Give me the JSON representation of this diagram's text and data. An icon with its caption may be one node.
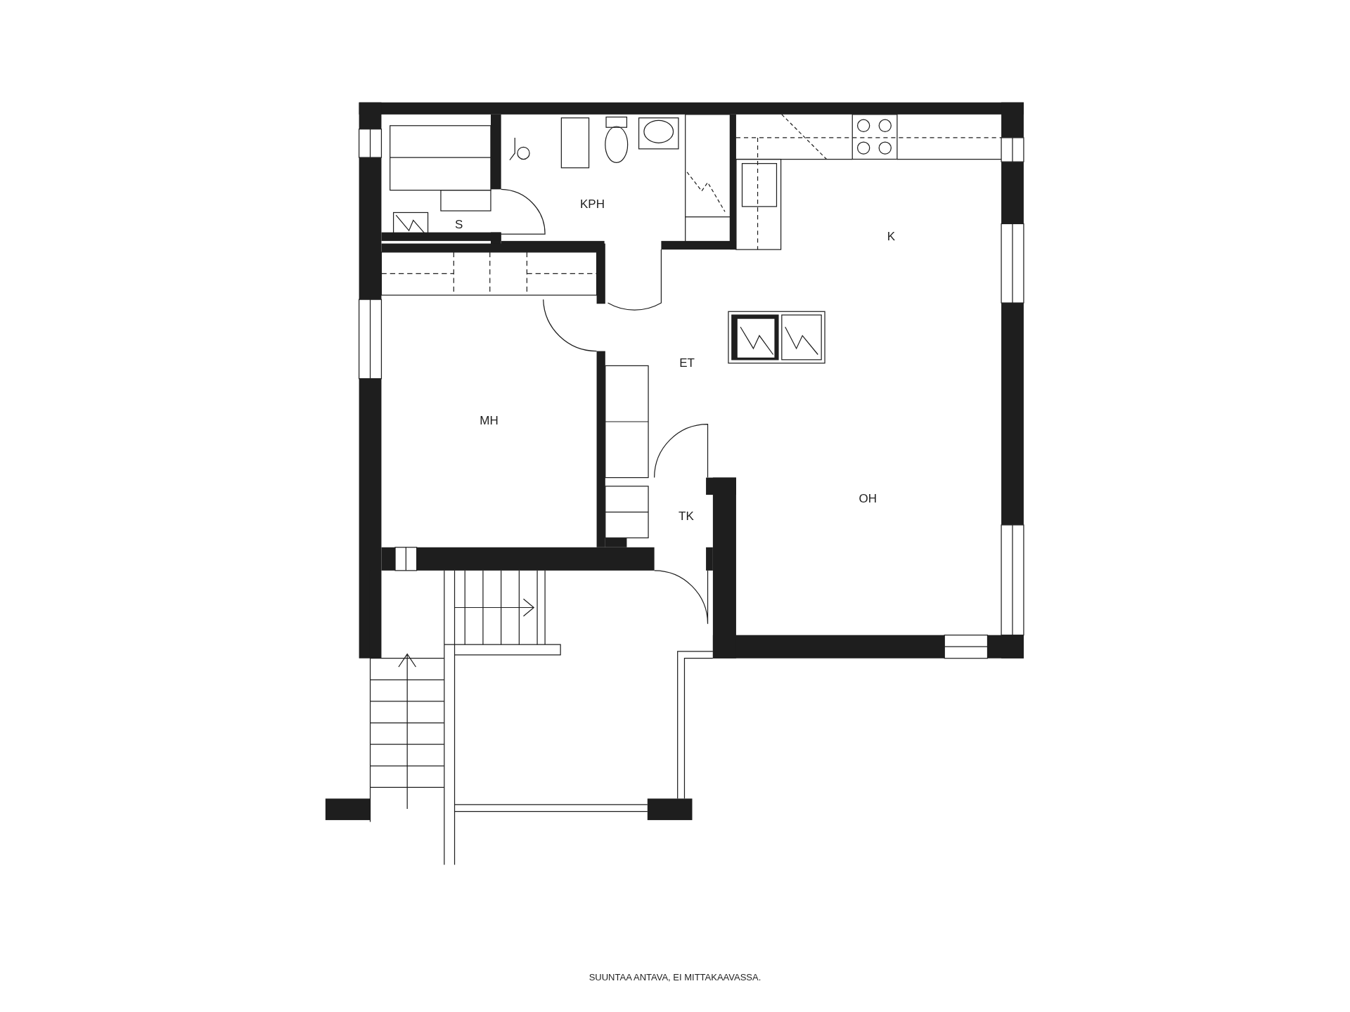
{
  "diagram": {
    "caption": "SUUNTAA ANTAVA, EI MITTAKAAVASSA.",
    "labels": [
      "S",
      "KPH",
      "K",
      "ET",
      "MH",
      "OH",
      "TK"
    ]
  }
}
